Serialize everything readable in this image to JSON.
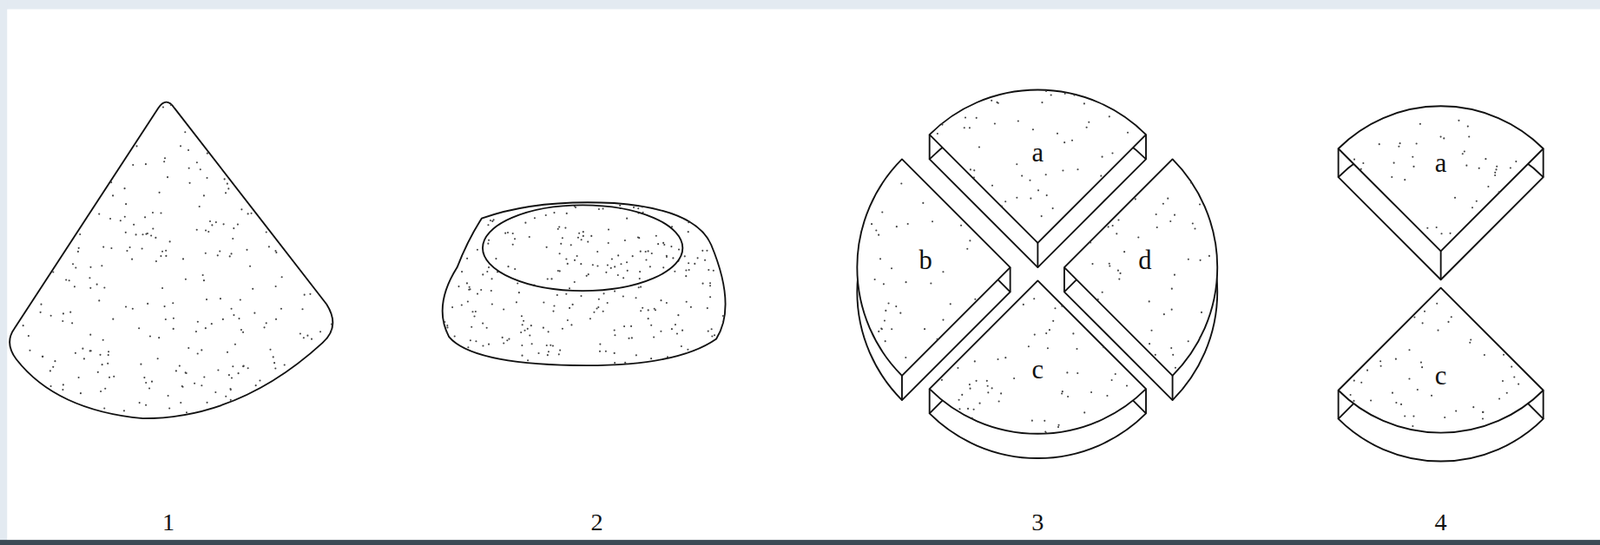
{
  "diagram": {
    "labels": [
      "1",
      "2",
      "3",
      "4",
      "a",
      "b",
      "d",
      "c",
      "a",
      "c"
    ]
  }
}
